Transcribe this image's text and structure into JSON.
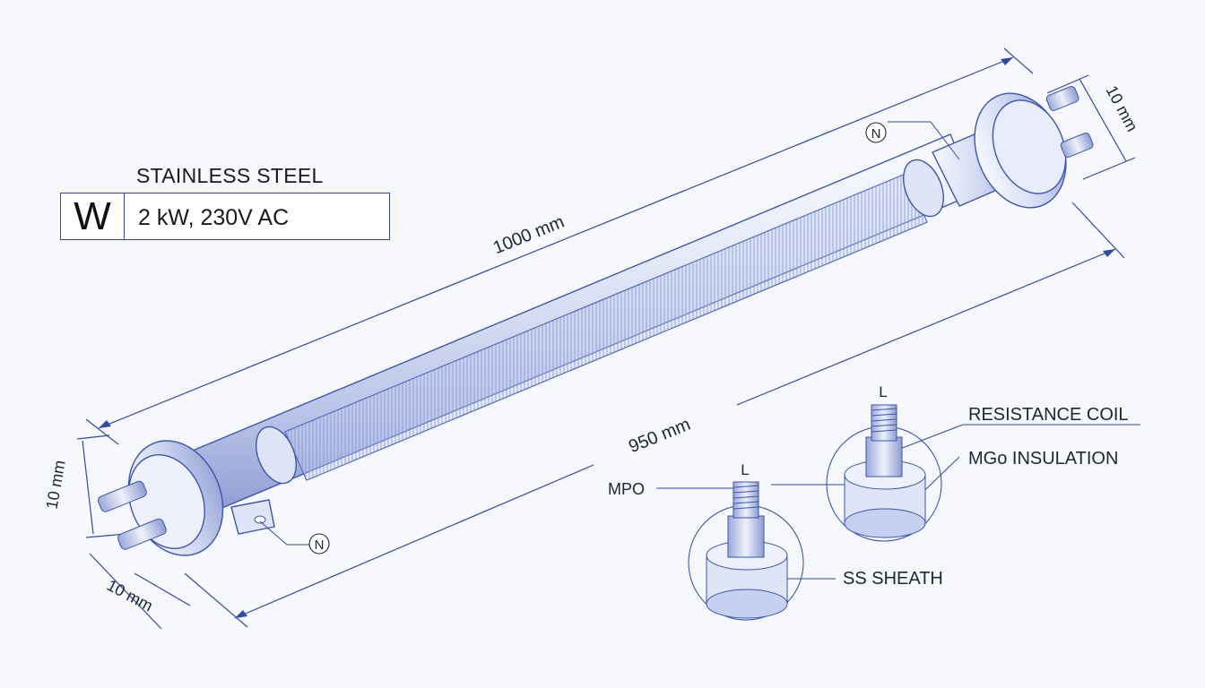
{
  "spec": {
    "material": "STAINLESS STEEL",
    "symbol": "W",
    "rating": "2 kW, 230V AC"
  },
  "dimensions": {
    "overall_length": "1000 mm",
    "heated_length": "950 mm",
    "flange_right": "10 mm",
    "flange_left_height": "10 mm",
    "flange_left_depth": "10 mm"
  },
  "callouts": {
    "neutral_top": "N",
    "neutral_bottom": "N",
    "live_upper": "L",
    "live_lower": "L",
    "mpo": "MPO",
    "resistance_coil": "RESISTANCE COIL",
    "mgo_insulation": "MGo INSULATION",
    "ss_sheath": "SS SHEATH"
  },
  "colors": {
    "line": "#2f49a8",
    "metal_light": "#eef1fb",
    "metal_mid": "#c9d1ee",
    "metal_dark": "#8d9bd0"
  }
}
